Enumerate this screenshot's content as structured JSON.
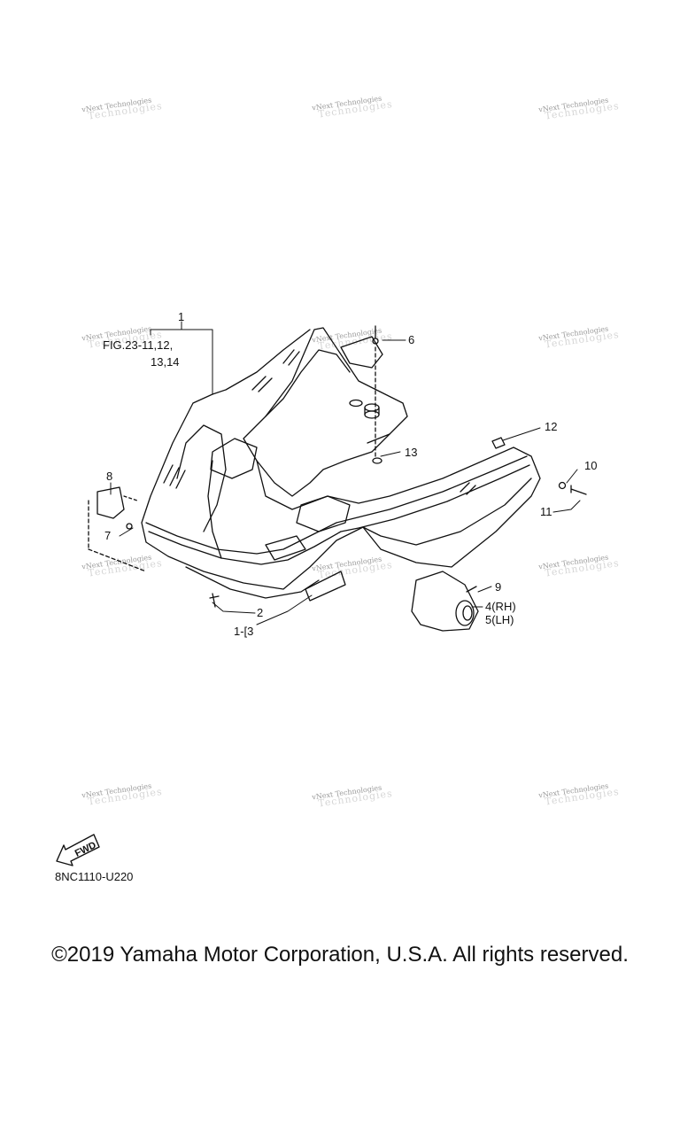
{
  "watermark": {
    "text": "vNext Technologies"
  },
  "figure_reference": {
    "line1": "FIG.23-11,12,",
    "line2": "13,14"
  },
  "callouts": {
    "c1": "1",
    "c2": "2",
    "c1_3": "1-[3",
    "c4": "4(RH)",
    "c5": "5(LH)",
    "c6": "6",
    "c7": "7",
    "c8": "8",
    "c9": "9",
    "c10": "10",
    "c11": "11",
    "c12": "12",
    "c13": "13"
  },
  "forward_indicator": {
    "label": "FWD"
  },
  "diagram_code": "8NC1110-U220",
  "copyright": "©2019 Yamaha Motor Corporation, U.S.A. All rights reserved."
}
